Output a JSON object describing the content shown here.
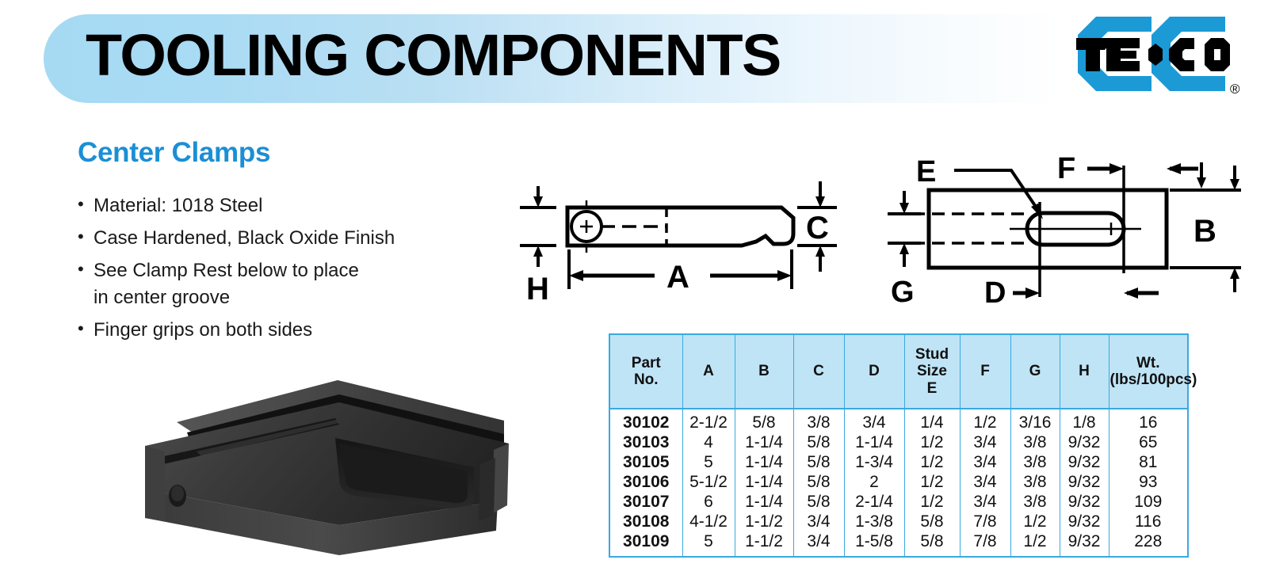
{
  "header": {
    "banner_title": "TOOLING COMPONENTS",
    "brand": {
      "name": "TE·CO",
      "registered_mark": "®",
      "blue": "#1b9ad6",
      "black": "#000000"
    },
    "banner_gradient_from": "#a6daf3",
    "banner_gradient_to": "#ffffff"
  },
  "product": {
    "title": "Center Clamps",
    "title_color": "#1b8fd4",
    "features": [
      "Material: 1018 Steel",
      "Case Hardened, Black Oxide Finish",
      "See Clamp Rest below to place\nin center groove",
      "Finger grips on both sides"
    ],
    "photo_alt": "center-clamp-product-photo"
  },
  "drawings": {
    "side_view": {
      "name": "side-view-drawing",
      "labels": [
        "H",
        "A",
        "C"
      ]
    },
    "top_view": {
      "name": "top-view-drawing",
      "labels": [
        "E",
        "F",
        "D",
        "G",
        "B"
      ]
    }
  },
  "table": {
    "columns": [
      "Part\nNo.",
      "A",
      "B",
      "C",
      "D",
      "Stud\nSize\nE",
      "F",
      "G",
      "H",
      "Wt.\n(lbs/100pcs)"
    ],
    "header_bg": "#bfe4f6",
    "border_color": "#3aa9e0",
    "rows": [
      {
        "part_no": "30102",
        "A": "2-1/2",
        "B": "5/8",
        "C": "3/8",
        "D": "3/4",
        "E": "1/4",
        "F": "1/2",
        "G": "3/16",
        "H": "1/8",
        "wt": "16"
      },
      {
        "part_no": "30103",
        "A": "4",
        "B": "1-1/4",
        "C": "5/8",
        "D": "1-1/4",
        "E": "1/2",
        "F": "3/4",
        "G": "3/8",
        "H": "9/32",
        "wt": "65"
      },
      {
        "part_no": "30105",
        "A": "5",
        "B": "1-1/4",
        "C": "5/8",
        "D": "1-3/4",
        "E": "1/2",
        "F": "3/4",
        "G": "3/8",
        "H": "9/32",
        "wt": "81"
      },
      {
        "part_no": "30106",
        "A": "5-1/2",
        "B": "1-1/4",
        "C": "5/8",
        "D": "2",
        "E": "1/2",
        "F": "3/4",
        "G": "3/8",
        "H": "9/32",
        "wt": "93"
      },
      {
        "part_no": "30107",
        "A": "6",
        "B": "1-1/4",
        "C": "5/8",
        "D": "2-1/4",
        "E": "1/2",
        "F": "3/4",
        "G": "3/8",
        "H": "9/32",
        "wt": "109"
      },
      {
        "part_no": "30108",
        "A": "4-1/2",
        "B": "1-1/2",
        "C": "3/4",
        "D": "1-3/8",
        "E": "5/8",
        "F": "7/8",
        "G": "1/2",
        "H": "9/32",
        "wt": "116"
      },
      {
        "part_no": "30109",
        "A": "5",
        "B": "1-1/2",
        "C": "3/4",
        "D": "1-5/8",
        "E": "5/8",
        "F": "7/8",
        "G": "1/2",
        "H": "9/32",
        "wt": "228"
      }
    ]
  }
}
